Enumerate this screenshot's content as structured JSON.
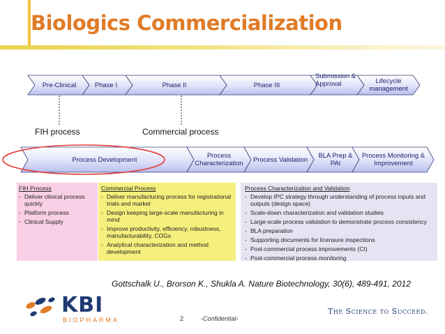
{
  "title": "Biologics Commercialization",
  "phases": [
    "Pre-Clinical",
    "Phase I",
    "Phase II",
    "Phase III",
    "Submission & Approval",
    "Lifecycle management"
  ],
  "fih_label": "FIH process",
  "commercial_label": "Commercial process",
  "dev_stages": [
    "Process Development",
    "Process Characterization",
    "Process Validation",
    "BLA Prep & PAI",
    "Process Monitoring & Improvement"
  ],
  "fih_box": {
    "heading": "FIH Process",
    "items": [
      "Deliver clinical process quickly",
      "Platform process",
      "Clinical Supply"
    ]
  },
  "commercial_box": {
    "heading": "Commercial Process",
    "items": [
      "Deliver manufacturing process for registrational trials and market",
      "Design keeping large-scale manufacturing in mind",
      "Improve productivity, efficiency, robustness, manufacturability, COGs",
      "Analytical characterization and method development"
    ]
  },
  "pcv_box": {
    "heading": "Process Characterization and Validation",
    "items": [
      "Develop IPC strategy through understanding of process inputs and outputs (design space)",
      "Scale-down characterization and validation studies",
      "Large-scale process validation to demonstrate process consistency",
      "BLA preparation",
      "Supporting documents for licensure inspections",
      "Post-commercial process improvements (CI)",
      "Post-commercial process monitoring"
    ]
  },
  "citation": "Gottschalk U., Brorson K., Shukla A. Nature Biotechnology, 30(6), 489-491, 2012",
  "logo": {
    "name": "KBI",
    "sub": "BIOPHARMA"
  },
  "tagline": "The Science to Succeed.",
  "page_number": "2",
  "confidential": "-Confidential-",
  "colors": {
    "title": "#e07b27",
    "arrow_fill": "#c8cdf2",
    "fih_box": "#f9cfe6",
    "commercial_box": "#f5f07d",
    "pcv_box": "#e6e3f3",
    "oval": "#e23c3c"
  }
}
